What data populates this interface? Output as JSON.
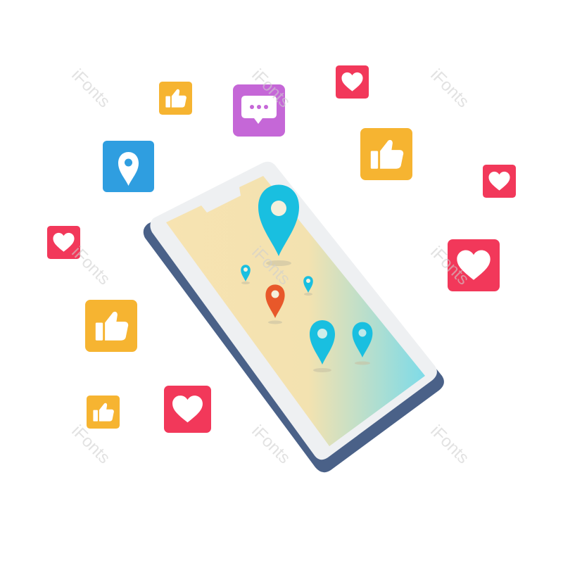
{
  "watermark": {
    "text": "iFonts"
  },
  "colors": {
    "like": "#f6b431",
    "heart": "#f2385a",
    "chat": "#c567d7",
    "location": "#2f9ee0",
    "pin_primary": "#19bfe0",
    "pin_accent": "#e8582a",
    "phone_body": "#4a6188",
    "phone_bezel": "#eef0f2",
    "screen_start": "#f7e3b1",
    "screen_end": "#7edbe8"
  },
  "icons": [
    {
      "name": "thumbs-up-icon",
      "kind": "like"
    },
    {
      "name": "heart-icon",
      "kind": "heart"
    },
    {
      "name": "chat-bubble-icon",
      "kind": "chat"
    },
    {
      "name": "map-pin-icon",
      "kind": "location"
    }
  ]
}
